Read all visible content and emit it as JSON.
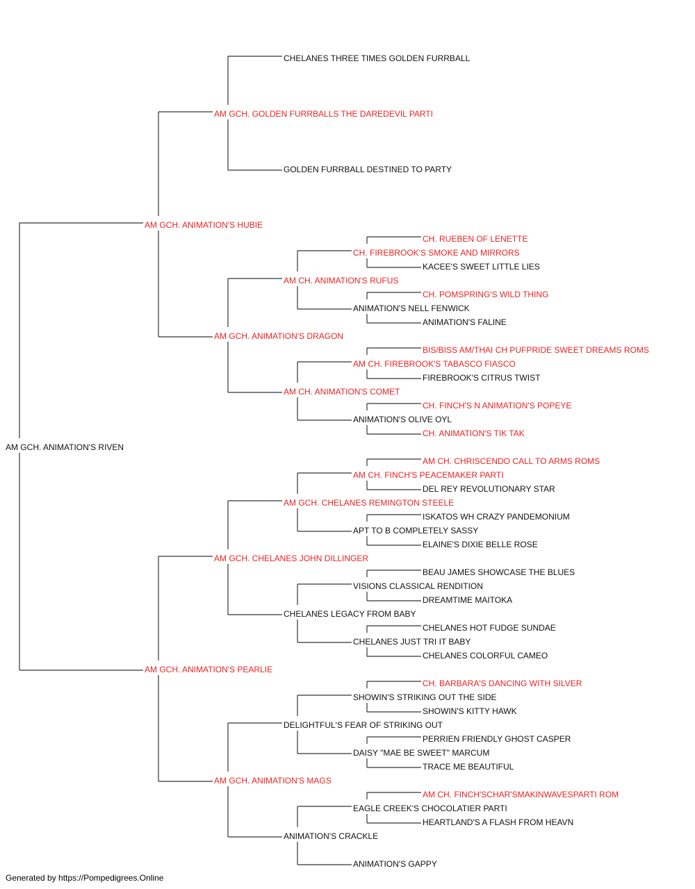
{
  "colors": {
    "champion": "#ee2222",
    "normal": "#111111",
    "line": "#333333"
  },
  "pedigree": [
    {
      "id": "root",
      "name": "AM GCH. ANIMATION'S RIVEN",
      "champion": false
    },
    {
      "id": "s",
      "name": "AM GCH. ANIMATION'S HUBIE",
      "champion": true
    },
    {
      "id": "d",
      "name": "AM GCH. ANIMATION'S PEARLIE",
      "champion": true
    },
    {
      "id": "ss",
      "name": "AM GCH. GOLDEN FURRBALLS THE DAREDEVIL PARTI",
      "champion": true
    },
    {
      "id": "sd",
      "name": "AM GCH. ANIMATION'S DRAGON",
      "champion": true
    },
    {
      "id": "ds",
      "name": "AM GCH. CHELANES JOHN DILLINGER",
      "champion": true
    },
    {
      "id": "dd",
      "name": "AM GCH. ANIMATION'S MAGS",
      "champion": true
    },
    {
      "id": "sss",
      "name": "CHELANES THREE TIMES GOLDEN FURRBALL",
      "champion": false
    },
    {
      "id": "ssd",
      "name": "GOLDEN FURRBALL DESTINED TO PARTY",
      "champion": false
    },
    {
      "id": "sds",
      "name": "AM CH. ANIMATION'S RUFUS",
      "champion": true
    },
    {
      "id": "sdd",
      "name": "AM CH. ANIMATION'S COMET",
      "champion": true
    },
    {
      "id": "dss",
      "name": "AM GCH. CHELANES REMINGTON STEELE",
      "champion": true
    },
    {
      "id": "dsd",
      "name": "CHELANES LEGACY FROM BABY",
      "champion": false
    },
    {
      "id": "dds",
      "name": "DELIGHTFUL'S FEAR OF STRIKING OUT",
      "champion": false
    },
    {
      "id": "ddd",
      "name": "ANIMATION'S CRACKLE",
      "champion": false
    },
    {
      "id": "sdss",
      "name": "CH. FIREBROOK'S SMOKE AND MIRRORS",
      "champion": true
    },
    {
      "id": "sdsd",
      "name": "ANIMATION'S NELL FENWICK",
      "champion": false
    },
    {
      "id": "sdds",
      "name": "AM CH. FIREBROOK'S TABASCO FIASCO",
      "champion": true
    },
    {
      "id": "sddd",
      "name": "ANIMATION'S OLIVE OYL",
      "champion": false
    },
    {
      "id": "dsss",
      "name": "AM CH. FINCH'S PEACEMAKER PARTI",
      "champion": true
    },
    {
      "id": "dssd",
      "name": "APT TO B COMPLETELY SASSY",
      "champion": false
    },
    {
      "id": "dsds",
      "name": "VISIONS CLASSICAL RENDITION",
      "champion": false
    },
    {
      "id": "dsdd",
      "name": "CHELANES JUST TRI IT BABY",
      "champion": false
    },
    {
      "id": "ddss",
      "name": "SHOWIN'S STRIKING OUT THE SIDE",
      "champion": false
    },
    {
      "id": "ddsd",
      "name": "DAISY \"MAE BE SWEET\" MARCUM",
      "champion": false
    },
    {
      "id": "ddds",
      "name": "EAGLE CREEK'S CHOCOLATIER PARTI",
      "champion": false
    },
    {
      "id": "dddd",
      "name": "ANIMATION'S GAPPY",
      "champion": false
    },
    {
      "id": "sdsss",
      "name": "CH. RUEBEN OF LENETTE",
      "champion": true
    },
    {
      "id": "sdssd",
      "name": "KACEE'S SWEET LITTLE LIES",
      "champion": false
    },
    {
      "id": "sdsds",
      "name": "CH. POMSPRING'S WILD THING",
      "champion": true
    },
    {
      "id": "sdsdd",
      "name": "ANIMATION'S FALINE",
      "champion": false
    },
    {
      "id": "sddss",
      "name": "BIS/BISS AM/THAI CH PUFPRIDE SWEET DREAMS ROMS",
      "champion": true
    },
    {
      "id": "sddsd",
      "name": "FIREBROOK'S CITRUS TWIST",
      "champion": false
    },
    {
      "id": "sddds",
      "name": "CH. FINCH'S N ANIMATION'S POPEYE",
      "champion": true
    },
    {
      "id": "sdddd",
      "name": "CH. ANIMATION'S TIK TAK",
      "champion": true
    },
    {
      "id": "dssss",
      "name": "AM CH. CHRISCENDO CALL TO ARMS ROMS",
      "champion": true
    },
    {
      "id": "dsssd",
      "name": "DEL REY REVOLUTIONARY STAR",
      "champion": false
    },
    {
      "id": "dssds",
      "name": "ISKATOS WH CRAZY PANDEMONIUM",
      "champion": false
    },
    {
      "id": "dssdd",
      "name": "ELAINE'S DIXIE BELLE ROSE",
      "champion": false
    },
    {
      "id": "dsdss",
      "name": "BEAU JAMES SHOWCASE THE BLUES",
      "champion": false
    },
    {
      "id": "dsdsd",
      "name": "DREAMTIME MAITOKA",
      "champion": false
    },
    {
      "id": "dsdds",
      "name": "CHELANES HOT FUDGE SUNDAE",
      "champion": false
    },
    {
      "id": "dsddd",
      "name": "CHELANES COLORFUL CAMEO",
      "champion": false
    },
    {
      "id": "ddsss",
      "name": "CH. BARBARA'S DANCING WITH SILVER",
      "champion": true
    },
    {
      "id": "ddssd",
      "name": "SHOWIN'S KITTY HAWK",
      "champion": false
    },
    {
      "id": "ddsds",
      "name": "PERRIEN FRIENDLY GHOST CASPER",
      "champion": false
    },
    {
      "id": "ddsdd",
      "name": "TRACE ME BEAUTIFUL",
      "champion": false
    },
    {
      "id": "dddss",
      "name": "AM CH. FINCH'SCHAR'SMAKINWAVESPARTI ROM",
      "champion": true
    },
    {
      "id": "dddsd",
      "name": "HEARTLAND'S A FLASH FROM HEAVN",
      "champion": false
    }
  ],
  "footer": "Generated by https://Pompedigrees.Online"
}
